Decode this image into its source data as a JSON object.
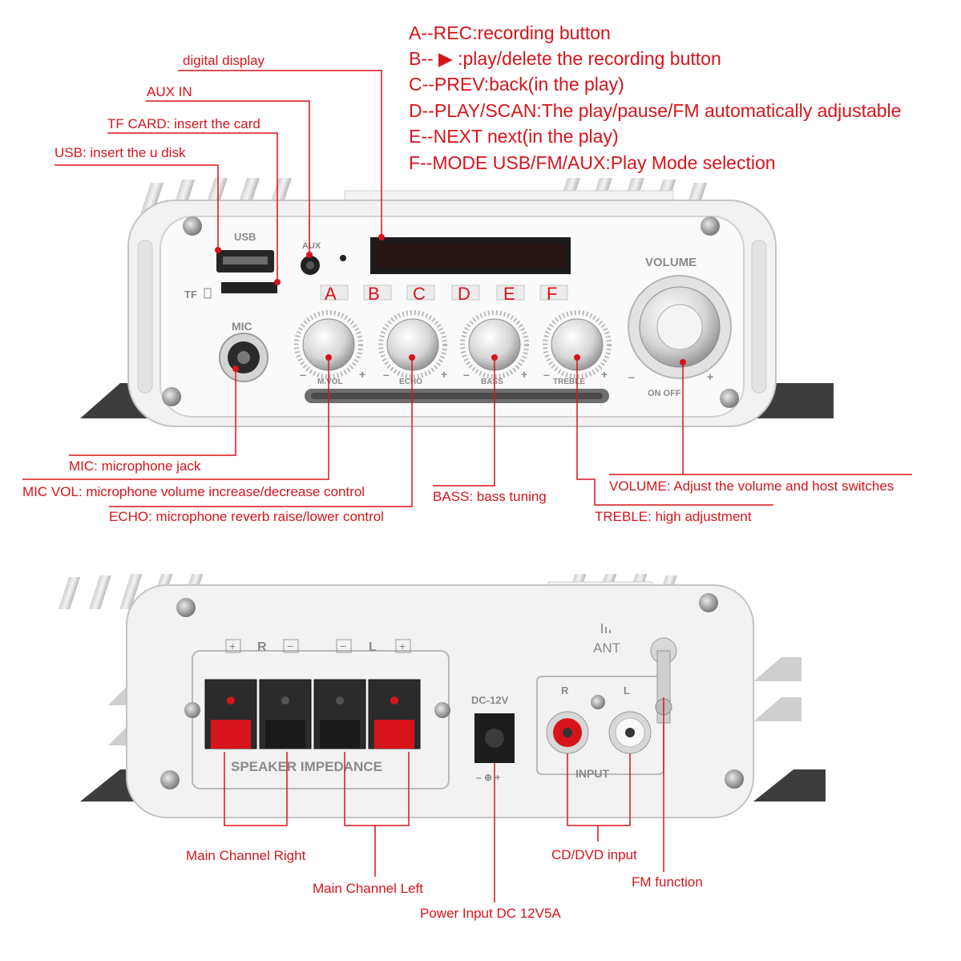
{
  "legend": [
    "A--REC:recording button",
    "B-- ▶ :play/delete the recording button",
    "C--PREV:back(in the play)",
    "D--PLAY/SCAN:The play/pause/FM automatically adjustable",
    "E--NEXT next(in the play)",
    "F--MODE USB/FM/AUX:Play Mode selection"
  ],
  "front": {
    "callouts": {
      "digital_display": "digital display",
      "aux_in": "AUX IN",
      "tf_card": "TF CARD: insert the card",
      "usb": "USB: insert the u disk",
      "mic": "MIC: microphone jack",
      "mic_vol": "MIC VOL: microphone volume increase/decrease control",
      "echo": "ECHO: microphone reverb raise/lower control",
      "bass": "BASS: bass tuning",
      "volume": "VOLUME: Adjust the volume and host switches",
      "treble": "TREBLE: high adjustment"
    },
    "panel": {
      "usb": "USB",
      "aux": "AUX",
      "tf": "TF",
      "mic": "MIC",
      "volume": "VOLUME",
      "on_off": "ON  OFF",
      "plus": "+",
      "minus": "–",
      "buttons": [
        "A",
        "B",
        "C",
        "D",
        "E",
        "F"
      ],
      "knobs": [
        "M.VOL",
        "ECHO",
        "BASS",
        "TREBLE"
      ]
    }
  },
  "back": {
    "callouts": {
      "main_right": "Main Channel Right",
      "main_left": "Main Channel Left",
      "power": "Power Input DC 12V5A",
      "cd_dvd": "CD/DVD input",
      "fm": "FM function"
    },
    "panel": {
      "speaker_header_r": "R",
      "speaker_header_l": "L",
      "speaker_impedance": "SPEAKER IMPEDANCE",
      "dc": "DC-12V",
      "ant": "ANT",
      "input": "INPUT",
      "rca_r": "R",
      "rca_l": "L",
      "polarity": "– ⊕ +"
    }
  },
  "colors": {
    "accent": "#d8141b",
    "panel": "#f0f0f0",
    "outline": "#bdbdbd"
  }
}
